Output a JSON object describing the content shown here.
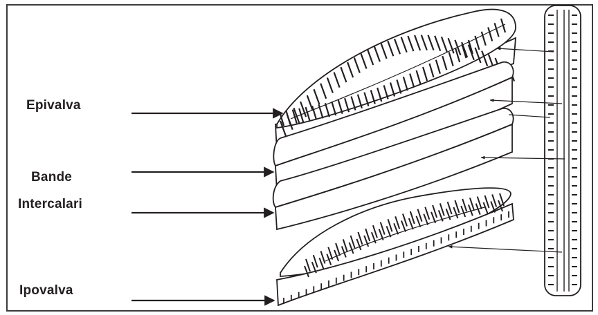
{
  "labels": {
    "epivalva": "Epivalva",
    "bande": "Bande",
    "intercalari": "Intercalari",
    "ipovalva": "Ipovalva"
  },
  "colors": {
    "ink": "#231f20",
    "frame": "#3a3a3a",
    "background": "#ffffff"
  }
}
